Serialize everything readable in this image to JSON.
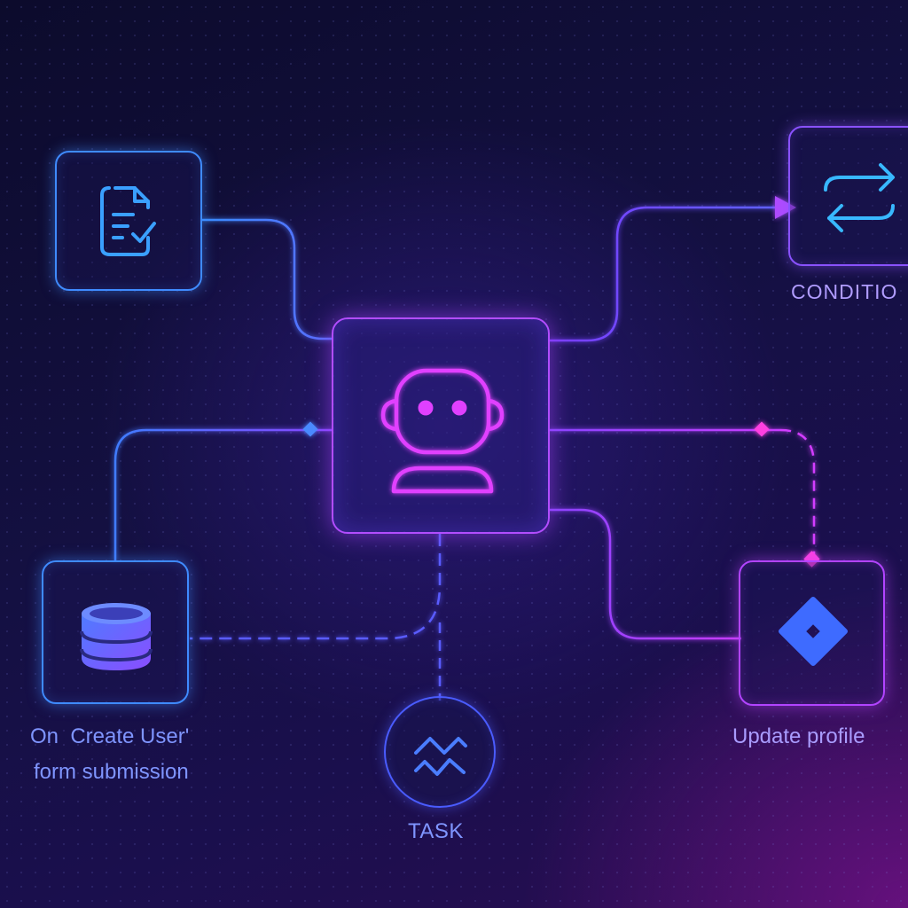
{
  "nodes": {
    "form": {
      "icon": "document-check-icon"
    },
    "condition": {
      "icon": "swap-arrows-icon",
      "label": "CONDITIO"
    },
    "agent": {
      "icon": "robot-icon"
    },
    "database": {
      "icon": "database-icon",
      "label_line1": "On  Create User'",
      "label_line2": "form submission"
    },
    "task": {
      "icon": "pulse-icon",
      "label": "TASK"
    },
    "update": {
      "icon": "diamond-icon",
      "label": "Update profile"
    }
  },
  "colors": {
    "blue": "#4d72ff",
    "cyan_blue": "#3aa0ff",
    "violet": "#8a4dff",
    "magenta": "#e040ff",
    "label_blue": "#7f95ff",
    "label_violet": "#b09cff"
  }
}
